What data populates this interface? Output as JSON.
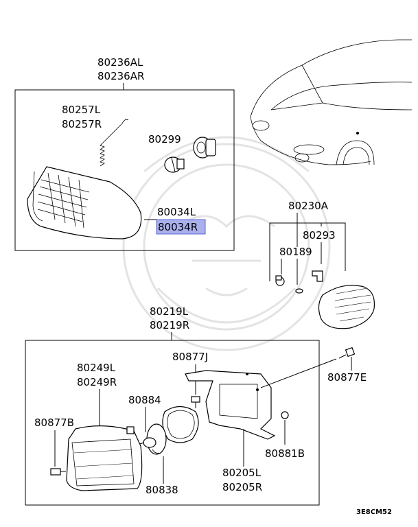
{
  "diagram": {
    "labels": {
      "group_headlamp_l": "80236AL",
      "group_headlamp_r": "80236AR",
      "spring_l": "80257L",
      "spring_r": "80257R",
      "bulb": "80299",
      "lamp_l": "80034L",
      "lamp_r": "80034R",
      "side_marker_group": "80230A",
      "side_marker_lens": "80293",
      "side_marker_bulb": "80189",
      "fog_group_l": "80219L",
      "fog_group_r": "80219R",
      "screw_j": "80877J",
      "bolt_e": "80877E",
      "fog_lamp_l": "80249L",
      "fog_lamp_r": "80249R",
      "fog_bulb": "80884",
      "screw_b": "80877B",
      "nut": "80881B",
      "bracket_l": "80205L",
      "bracket_r": "80205R",
      "socket": "80838",
      "diagram_code": "3E8CM52"
    },
    "highlighted_part": "80034R",
    "colors": {
      "highlight_fill": "#aab0ec",
      "highlight_border": "#5a66d6",
      "line": "#000000",
      "watermark": "#e6e6e6"
    }
  }
}
